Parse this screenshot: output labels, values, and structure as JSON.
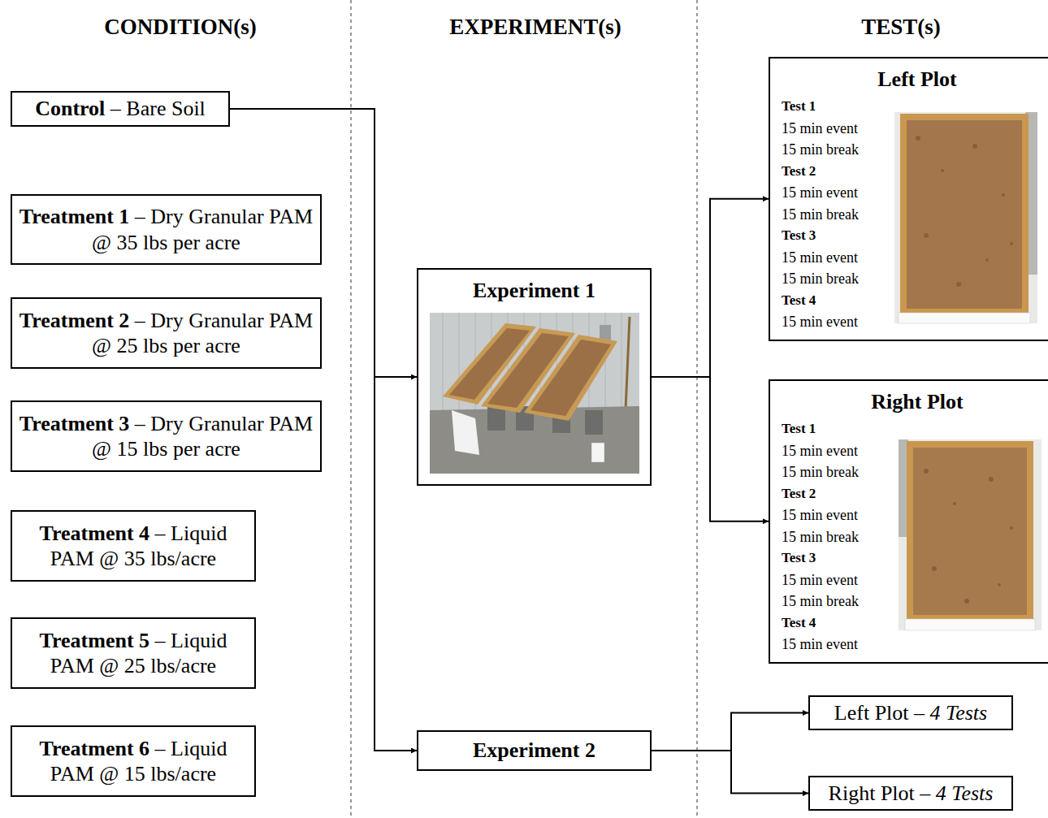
{
  "diagram": {
    "nodes": [
      {
        "text": [
          "Control",
          "– Bare Soil"
        ]
      },
      {
        "text": [
          "Treatment 1",
          "– Dry Granular PAM @ 35 lbs per acre"
        ]
      },
      {
        "text": [
          "Treatment 2",
          "– Dry Granular PAM @ 25 lbs per acre"
        ]
      },
      {
        "text": [
          "Treatment 3",
          "– Dry Granular PAM @ 15 lbs per acre"
        ]
      },
      {
        "text": [
          "Treatment 4",
          "– Liquid PAM @ 35 lbs/acre"
        ]
      },
      {
        "text": [
          "Treatment 5",
          "– Liquid PAM @ 25 lbs/acre"
        ]
      },
      {
        "text": [
          "Treatment 6",
          "– Liquid PAM @ 15 lbs/acre"
        ]
      },
      {
        "text": [
          "Experiment 1"
        ]
      },
      {
        "text": [
          "Experiment 2"
        ]
      },
      {
        "text": [
          "Left Plot",
          "Test 1",
          "15 min event",
          "15 min break",
          "Test 2",
          "15 min event",
          "15 min break",
          "Test 3",
          "15 min event",
          "15 min break",
          "Test 4",
          "15 min event"
        ]
      },
      {
        "text": [
          "Right Plot",
          "Test 1",
          "15 min event",
          "15 min break",
          "Test 2",
          "15 min event",
          "15 min break",
          "Test 3",
          "15 min event",
          "15 min break",
          "Test 4",
          "15 min event"
        ]
      },
      {
        "text": [
          "Left Plot –",
          "4 Tests"
        ]
      },
      {
        "text": [
          "Right Plot –",
          "4 Tests"
        ]
      }
    ],
    "edges": [
      {
        "from": 0,
        "to": 7,
        "arrow": "to"
      },
      {
        "from": 0,
        "to": 8,
        "arrow": "to"
      },
      {
        "from": 7,
        "to": 9,
        "arrow": "to"
      },
      {
        "from": 7,
        "to": 10,
        "arrow": "to"
      },
      {
        "from": 8,
        "to": 11,
        "arrow": "to"
      },
      {
        "from": 8,
        "to": 12,
        "arrow": "to"
      }
    ],
    "labels": [
      "CONDITION(s)",
      "EXPERIMENT(s)",
      "TEST(s)"
    ]
  }
}
